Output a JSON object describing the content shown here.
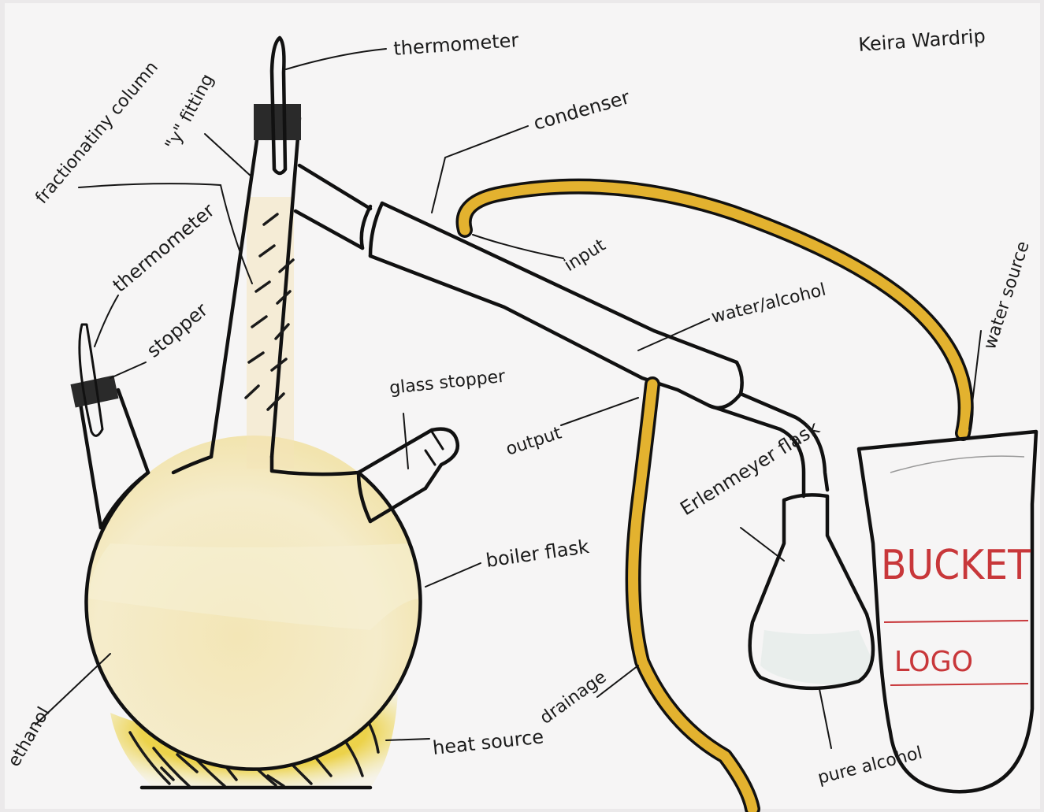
{
  "author": "Keira Wardrip",
  "labels": {
    "thermometer_top": "thermometer",
    "condenser": "condenser",
    "y_fitting": "\"y\" fitting",
    "fractionating_column": "fractionatiny column",
    "thermometer_left": "thermometer",
    "stopper": "stopper",
    "input": "input",
    "water_alcohol": "water/alcohol",
    "water_source": "water source",
    "glass_stopper": "glass stopper",
    "output": "output",
    "erlenmeyer_flask": "Erlenmeyer flask",
    "boiler_flask": "boiler flask",
    "drainage": "drainage",
    "ethanol": "ethanol",
    "heat_source": "heat source",
    "pure_alcohol": "pure alcohol"
  },
  "bucket": {
    "title": "BUCKET",
    "logo": "LOGO"
  },
  "colors": {
    "ink": "#111111",
    "tube": "#e3b22f",
    "liquid": "#f5e9b8",
    "heat": "#e8d23a",
    "bucket_text": "#c8373a",
    "paper": "#f6f5f5"
  }
}
